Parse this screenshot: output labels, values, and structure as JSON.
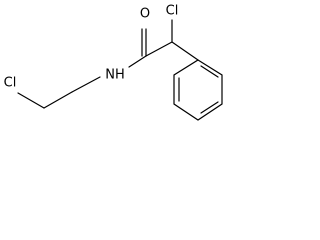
{
  "atoms": {
    "oxygen": "O",
    "chlorine_alpha": "Cl",
    "nitrogen": "NH",
    "chlorine_ethyl": "Cl"
  },
  "colors": {
    "bond": "#000000",
    "text": "#000000",
    "background": "#ffffff"
  }
}
